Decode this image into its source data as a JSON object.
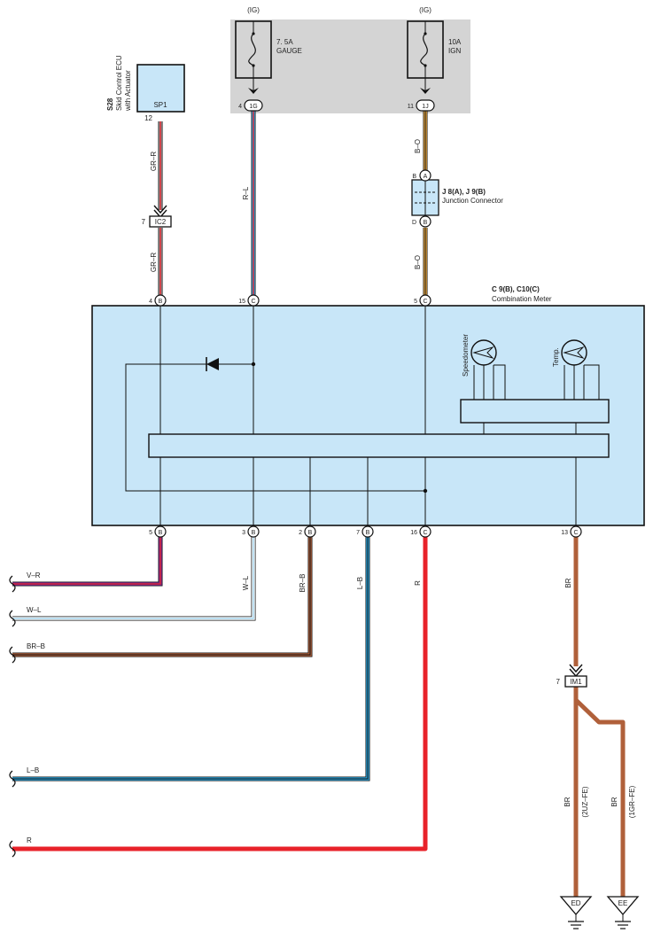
{
  "fuse_block": {
    "fuse_gauge": {
      "supply": "(IG)",
      "rating": "7. 5A",
      "name": "GAUGE",
      "pin": "4",
      "connector": "1G"
    },
    "fuse_ign": {
      "supply": "(IG)",
      "rating": "10A",
      "name": "IGN",
      "pin": "11",
      "connector": "1J"
    }
  },
  "skid_ecu": {
    "code": "S28",
    "name": "Skid Control ECU",
    "name2": "with Actuator",
    "terminal": "SP1",
    "pin": "12"
  },
  "ic2": {
    "label": "IC2",
    "pin": "7"
  },
  "junction": {
    "id": "J 8(A), J 9(B)",
    "name": "Junction Connector",
    "pin_top": "B",
    "pin_top_letter": "A",
    "pin_bottom": "D",
    "pin_bottom_letter": "B"
  },
  "meter": {
    "id": "C 9(B), C10(C)",
    "name": "Combination Meter",
    "speedometer": "Speedometer",
    "temp": "Temp."
  },
  "meter_top_pins": [
    {
      "num": "4",
      "letter": "B"
    },
    {
      "num": "15",
      "letter": "C"
    },
    {
      "num": "5",
      "letter": "C"
    }
  ],
  "meter_bottom_pins": [
    {
      "num": "5",
      "letter": "B"
    },
    {
      "num": "3",
      "letter": "B"
    },
    {
      "num": "2",
      "letter": "B"
    },
    {
      "num": "7",
      "letter": "B"
    },
    {
      "num": "16",
      "letter": "C"
    },
    {
      "num": "13",
      "letter": "C"
    }
  ],
  "wires": {
    "gr_r": "GR–R",
    "r_l": "R–L",
    "b_o": "B–O",
    "v_r": "V–R",
    "w_l": "W–L",
    "br_b": "BR–B",
    "l_b": "L–B",
    "r": "R",
    "br": "BR"
  },
  "im1": {
    "label": "IM1",
    "pin": "7"
  },
  "grounds": {
    "ed": {
      "label": "ED",
      "wire": "BR",
      "engine": "(2UZ–FE)"
    },
    "ee": {
      "label": "EE",
      "wire": "BR",
      "engine": "(1GR–FE)"
    }
  },
  "colors": {
    "fuse_bg": "#d4d4d4",
    "component_fill": "#c8e6f8",
    "red": "#e8222a",
    "brown": "#b0603a",
    "blue": "#2aa3da",
    "purple": "#7a2a8a",
    "light_blue": "#a6d6ee",
    "orange": "#e8a640"
  }
}
